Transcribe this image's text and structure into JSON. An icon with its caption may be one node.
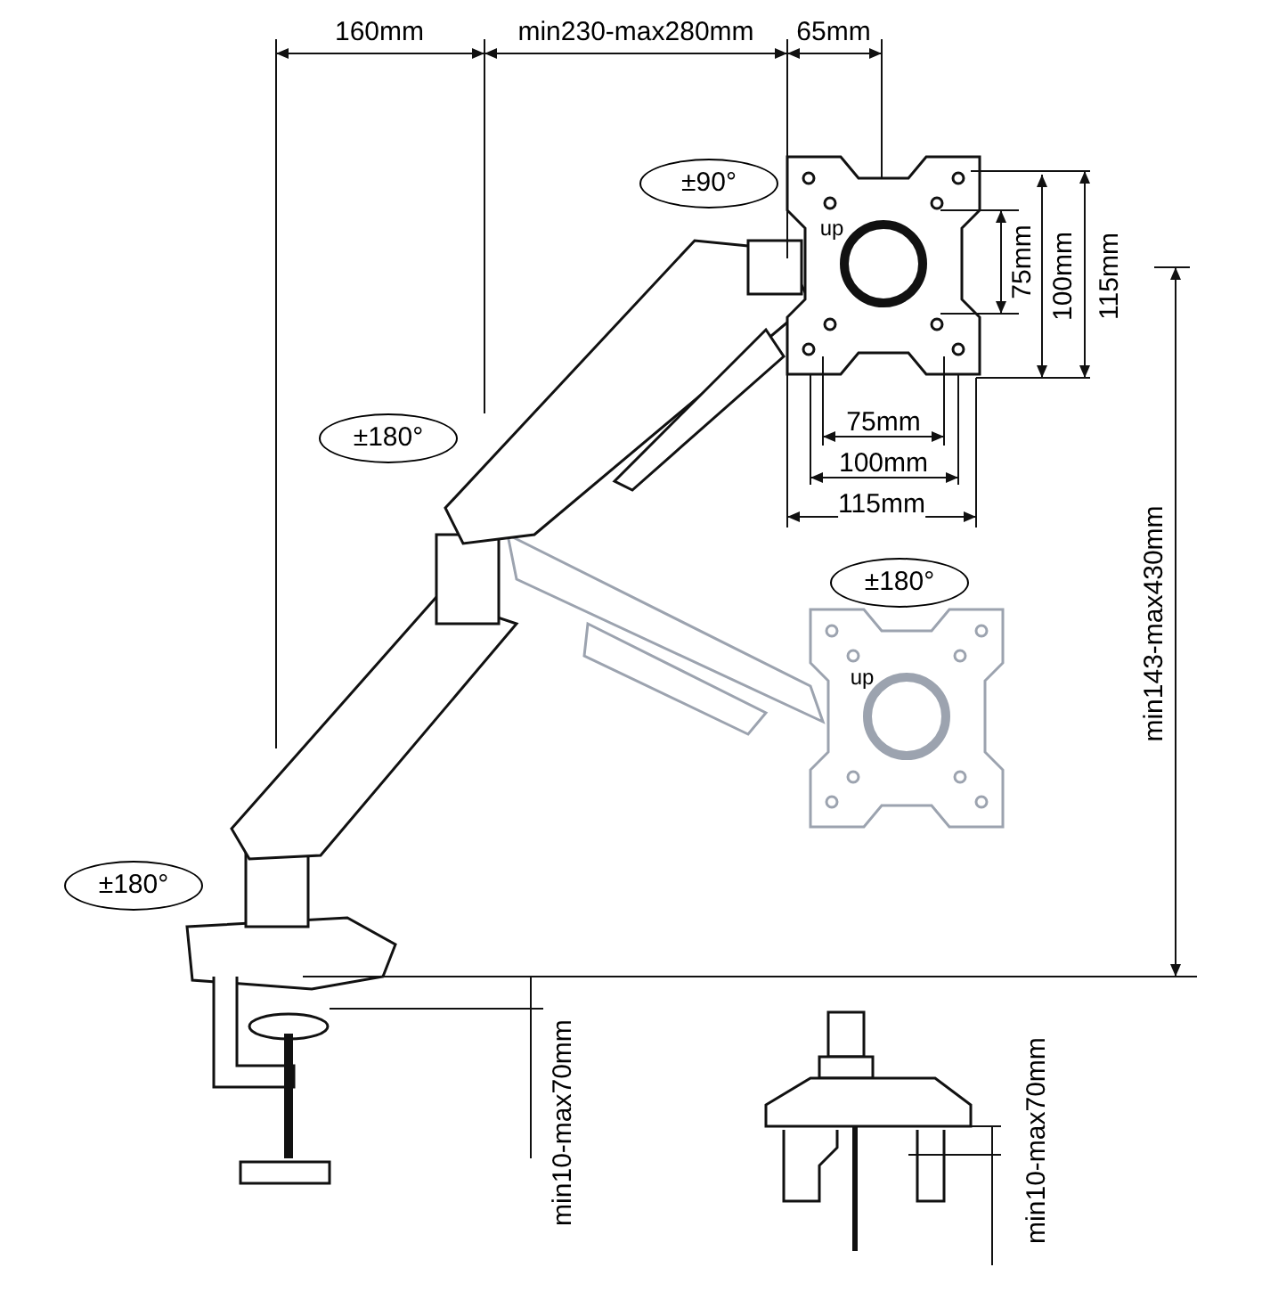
{
  "diagram": {
    "nodes": [
      {
        "text": [
          "±90°"
        ]
      },
      {
        "text": [
          "±180°"
        ]
      },
      {
        "text": [
          "±180°"
        ]
      },
      {
        "text": [
          "±180°"
        ]
      }
    ],
    "labels": [
      "160mm",
      "min230-max280mm",
      "65mm",
      "up",
      "75mm",
      "100mm",
      "115mm",
      "75mm",
      "100mm",
      "115mm",
      "min143-max430mm",
      "up",
      "min10-max70mm",
      "min10-max70mm"
    ]
  }
}
